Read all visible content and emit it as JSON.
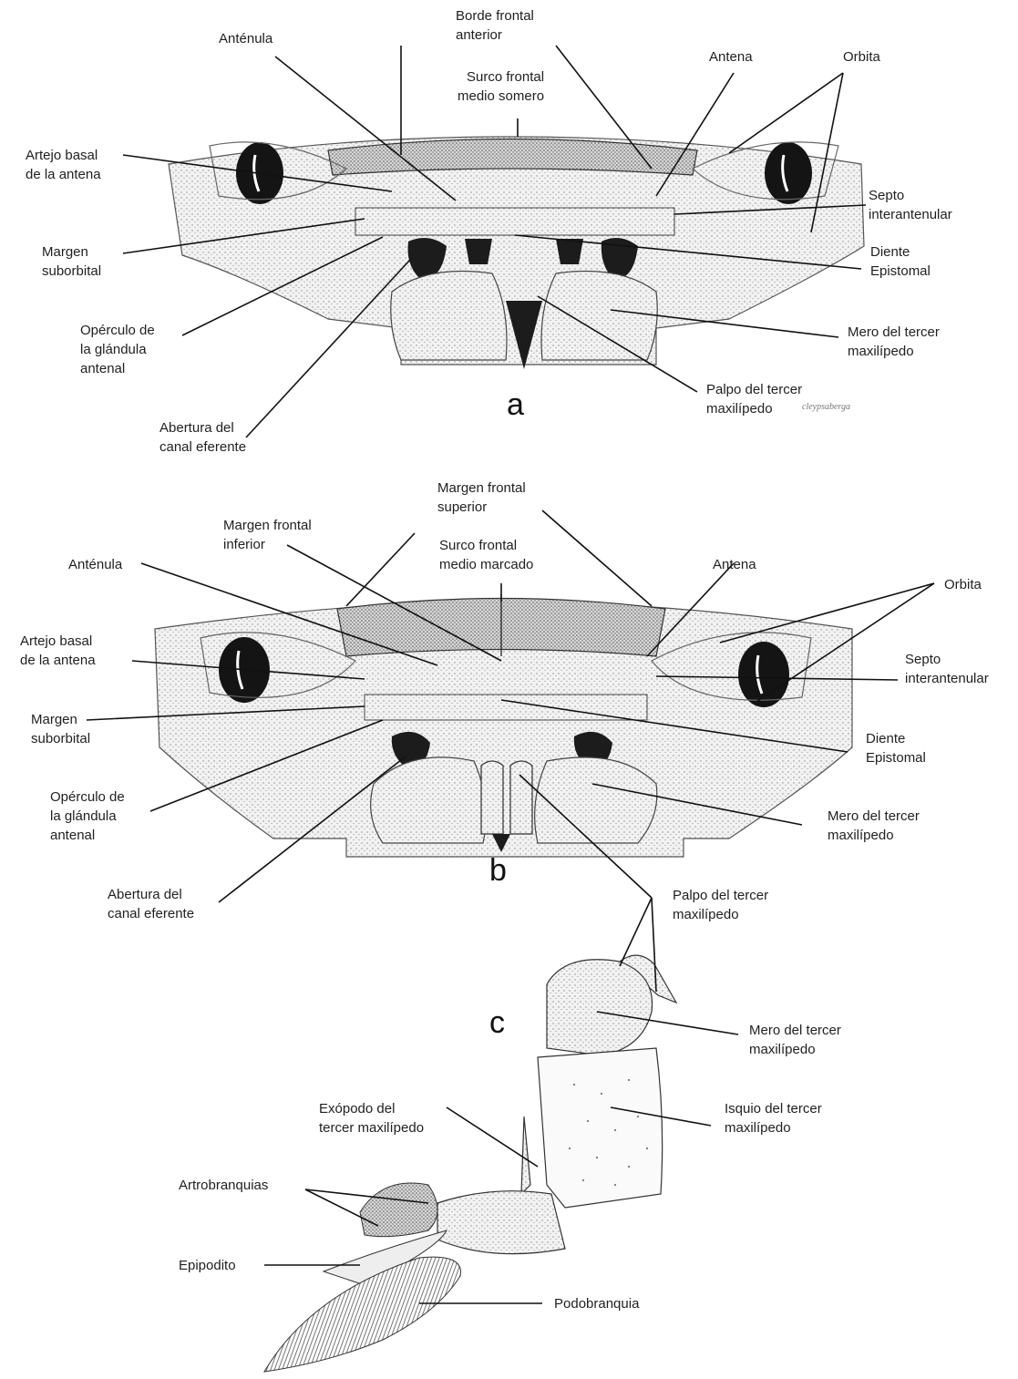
{
  "panels": {
    "a": {
      "letter": "a",
      "signature": "cleypsaberga",
      "labels": {
        "antenula": "Anténula",
        "borde_frontal_1": "Borde frontal",
        "borde_frontal_2": "anterior",
        "surco_1": "Surco frontal",
        "surco_2": "medio somero",
        "antena": "Antena",
        "orbita": "Orbita",
        "artejo_1": "Artejo basal",
        "artejo_2": "de la antena",
        "septo_1": "Septo",
        "septo_2": "interantenular",
        "margen_1": "Margen",
        "margen_2": "suborbital",
        "diente_1": "Diente",
        "diente_2": "Epistomal",
        "operculo_1": "Opérculo de",
        "operculo_2": "la glándula",
        "operculo_3": "antenal",
        "mero_1": "Mero del tercer",
        "mero_2": "maxilípedo",
        "palpo_1": "Palpo del tercer",
        "palpo_2": "maxilípedo",
        "abertura_1": "Abertura del",
        "abertura_2": "canal eferente"
      }
    },
    "b": {
      "letter": "b",
      "labels": {
        "margen_sup_1": "Margen frontal",
        "margen_sup_2": "superior",
        "margen_inf_1": "Margen frontal",
        "margen_inf_2": "inferior",
        "surco_1": "Surco frontal",
        "surco_2": "medio marcado",
        "antenula": "Anténula",
        "antena": "Antena",
        "orbita": "Orbita",
        "artejo_1": "Artejo basal",
        "artejo_2": "de la antena",
        "septo_1": "Septo",
        "septo_2": "interantenular",
        "margen_1": "Margen",
        "margen_2": "suborbital",
        "diente_1": "Diente",
        "diente_2": "Epistomal",
        "operculo_1": "Opérculo de",
        "operculo_2": "la glándula",
        "operculo_3": "antenal",
        "mero_1": "Mero del tercer",
        "mero_2": "maxilípedo",
        "abertura_1": "Abertura del",
        "abertura_2": "canal eferente",
        "palpo_1": "Palpo del tercer",
        "palpo_2": "maxilípedo"
      }
    },
    "c": {
      "letter": "c",
      "labels": {
        "mero_1": "Mero del tercer",
        "mero_2": "maxilípedo",
        "isquio_1": "Isquio del tercer",
        "isquio_2": "maxilípedo",
        "exopodo_1": "Exópodo del",
        "exopodo_2": "tercer maxilípedo",
        "artrobranquias": "Artrobranquias",
        "epipodito": "Epipodito",
        "podobranquia": "Podobranquia"
      }
    }
  }
}
